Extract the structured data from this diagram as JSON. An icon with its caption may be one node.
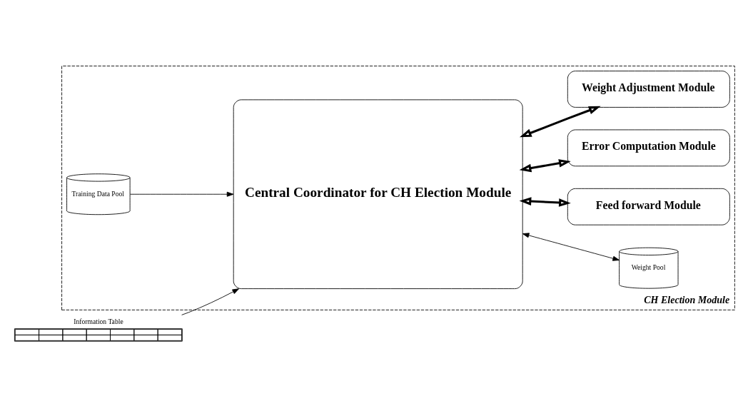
{
  "diagram": {
    "nodes": [
      {
        "text": [
          "CH Election Module"
        ]
      },
      {
        "text": [
          "Information Table"
        ]
      },
      {
        "text": [
          "Central Coordinator for CH Election Module"
        ],
        "in": 0
      },
      {
        "text": [
          "Training Data Pool"
        ],
        "in": 0
      },
      {
        "text": [
          "Weight Pool"
        ],
        "in": 0
      },
      {
        "text": [
          "Feed forward Module"
        ],
        "in": 0
      },
      {
        "text": [
          "Error Computation Module"
        ],
        "in": 0
      },
      {
        "text": [
          "Weight Adjustment Module"
        ],
        "in": 0
      }
    ],
    "edges": [
      {
        "from": 1,
        "to": 2,
        "arrow": "to"
      },
      {
        "from": 3,
        "to": 2,
        "arrow": "to"
      },
      {
        "from": 2,
        "to": 4,
        "arrow": "both"
      },
      {
        "from": 2,
        "to": 5,
        "arrow": "both",
        "style": "thick"
      },
      {
        "from": 2,
        "to": 6,
        "arrow": "both",
        "style": "thick"
      },
      {
        "from": 2,
        "to": 7,
        "arrow": "both",
        "style": "thick"
      }
    ]
  }
}
